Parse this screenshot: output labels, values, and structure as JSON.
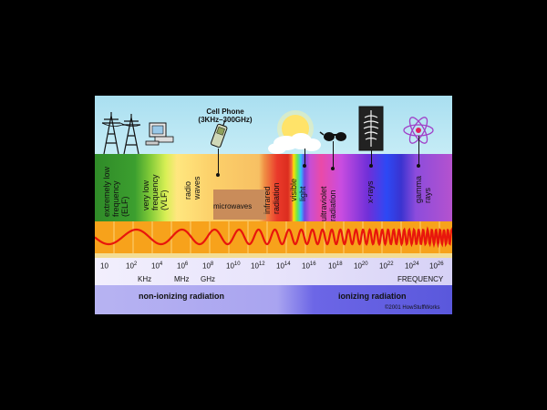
{
  "cell_phone": {
    "title": "Cell Phone",
    "range": "(3KHz–300GHz)"
  },
  "bands": [
    {
      "name": "elf",
      "lines": [
        "extremely low",
        "frequency",
        "(ELF)"
      ]
    },
    {
      "name": "vlf",
      "lines": [
        "very low",
        "frequency",
        "(VLF)"
      ]
    },
    {
      "name": "radio",
      "lines": [
        "radio",
        "waves"
      ]
    },
    {
      "name": "infrared",
      "lines": [
        "infrared",
        "radiation"
      ]
    },
    {
      "name": "visible",
      "lines": [
        "visible",
        "light"
      ]
    },
    {
      "name": "ultraviolet",
      "lines": [
        "ultraviolet",
        "radiation"
      ]
    },
    {
      "name": "xrays",
      "lines": [
        "x-rays"
      ]
    },
    {
      "name": "gamma",
      "lines": [
        "gamma",
        "rays"
      ]
    }
  ],
  "microwaves": "microwaves",
  "frequency_ticks": [
    {
      "base": "10",
      "exp": ""
    },
    {
      "base": "10",
      "exp": "2"
    },
    {
      "base": "10",
      "exp": "4"
    },
    {
      "base": "10",
      "exp": "6"
    },
    {
      "base": "10",
      "exp": "8"
    },
    {
      "base": "10",
      "exp": "10"
    },
    {
      "base": "10",
      "exp": "12"
    },
    {
      "base": "10",
      "exp": "14"
    },
    {
      "base": "10",
      "exp": "16"
    },
    {
      "base": "10",
      "exp": "18"
    },
    {
      "base": "10",
      "exp": "20"
    },
    {
      "base": "10",
      "exp": "22"
    },
    {
      "base": "10",
      "exp": "24"
    },
    {
      "base": "10",
      "exp": "26"
    }
  ],
  "units": [
    "KHz",
    "MHz",
    "GHz"
  ],
  "frequency_label": "FREQUENCY",
  "non_ionizing": "non-ionizing radiation",
  "ionizing": "ionizing radiation",
  "copyright": "©2001 HowStuffWorks",
  "icons": [
    "power-tower-icon",
    "computer-icon",
    "cell-phone-icon",
    "sun-icon",
    "cloud-icon",
    "sunglasses-icon",
    "xray-film-icon",
    "atom-icon"
  ],
  "colors": {
    "sky": "#b7e6f3",
    "wave": "#e8160c",
    "wave_bg": "#f7a21b",
    "ionizing": "#5a58dc"
  }
}
